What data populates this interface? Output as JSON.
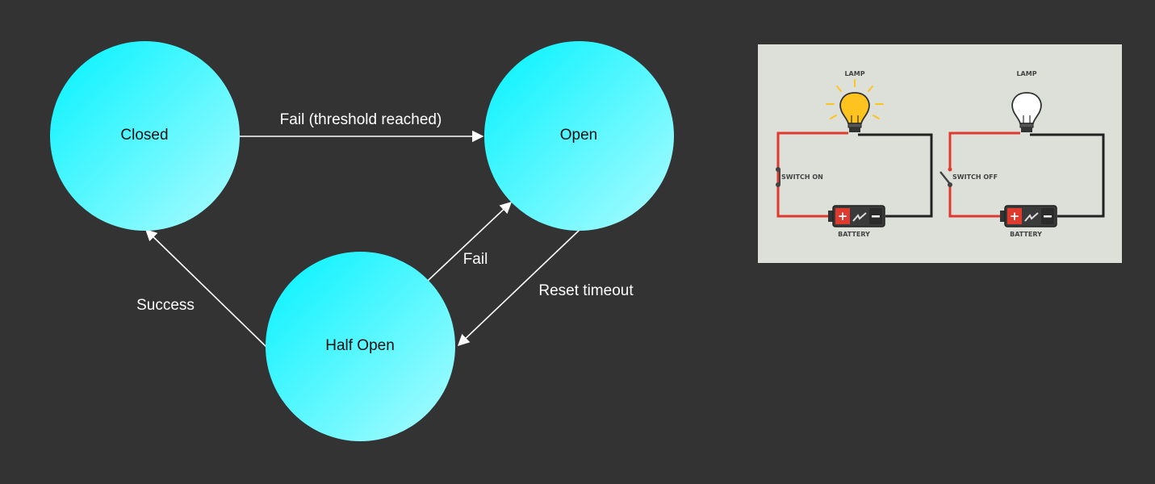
{
  "diagram": {
    "states": {
      "closed": "Closed",
      "open": "Open",
      "half_open": "Half Open"
    },
    "transitions": {
      "closed_to_open": "Fail (threshold reached)",
      "half_open_to_open": "Fail",
      "open_to_half_open": "Reset timeout",
      "half_open_to_closed": "Success"
    },
    "colors": {
      "background": "#333333",
      "state_fill_start": "#00f2ff",
      "state_fill_end": "#aefcff",
      "arrow": "#ffffff"
    }
  },
  "circuit_image": {
    "left": {
      "lamp_label": "LAMP",
      "switch_label": "SWITCH ON",
      "battery_label": "BATTERY"
    },
    "right": {
      "lamp_label": "LAMP",
      "switch_label": "SWITCH OFF",
      "battery_label": "BATTERY"
    },
    "colors": {
      "panel_bg": "#dddfd9",
      "wire_positive": "#e0392d",
      "wire_negative": "#222222",
      "bulb_on": "#ffc31f"
    }
  }
}
